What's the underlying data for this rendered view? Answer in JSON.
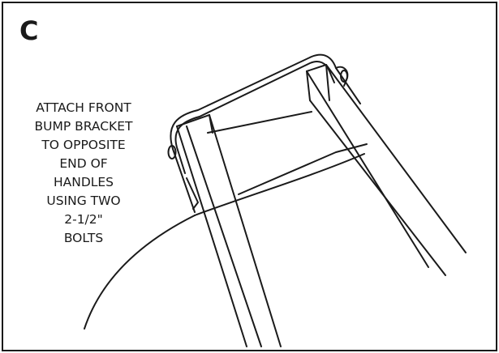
{
  "step": {
    "letter": "C"
  },
  "instruction": {
    "lines": [
      "ATTACH FRONT",
      "BUMP BRACKET",
      "TO OPPOSITE",
      "END OF",
      "HANDLES",
      "USING TWO",
      "2-1/2\"",
      "BOLTS"
    ]
  },
  "colors": {
    "ink": "#1a1a1a",
    "paper": "#ffffff"
  }
}
